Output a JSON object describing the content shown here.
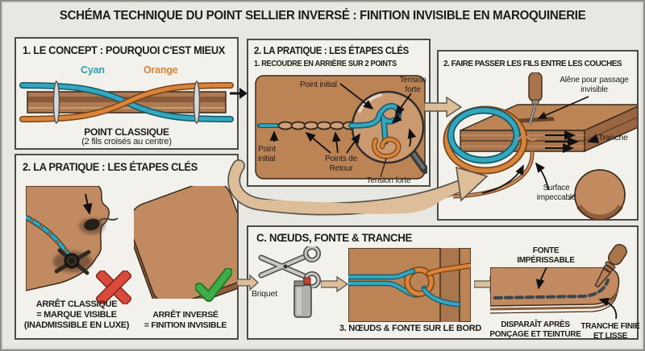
{
  "colors": {
    "cyan": "#2E9EB4",
    "orange": "#D9843C",
    "leather": "#BC8455",
    "leather_light": "#C28A61",
    "leather_dark": "#8F5E3D",
    "panel_bg": "#F2F1EC",
    "background": "#E9E7E2",
    "arrow_tan": "#DDBE98",
    "error_red": "#D9493C",
    "success_green": "#3FAE49"
  },
  "title": "SCHÉMA TECHNIQUE DU POINT SELLIER INVERSÉ : FINITION INVISIBLE EN MAROQUINERIE",
  "concept": {
    "header": "1. LE CONCEPT : POURQUOI C'EST MIEUX",
    "cyan_label": "Cyan",
    "orange_label": "Orange",
    "caption": "POINT CLASSIQUE",
    "caption_sub": "(2 fils croisés au centre)"
  },
  "steps": {
    "header": "2. LA PRATIQUE : LES ÉTAPES CLÉS",
    "subheader": "1. RECOUDRE EN ARRIÈRE SUR 2 POINTS",
    "point_initial_top": "Point initial",
    "tension_top": "Tension forte",
    "point_initial_bottom": "Point initial",
    "points_retour": "Points de Retour",
    "tension_bottom": "Tension forte"
  },
  "pass": {
    "header": "2. FAIRE PASSER LES FILS ENTRE LES COUCHES",
    "awl_label": "Alêne pour passage invisible",
    "edge_label": "Tranche",
    "surface_label": "Surface impeccable"
  },
  "stops": {
    "header": "2. LA PRATIQUE : LES ÉTAPES CLÉS",
    "bad_line1": "ARRÊT CLASSIQUE",
    "bad_line2": "= MARQUE VISIBLE",
    "bad_line3": "(INADMISSIBLE EN LUXE)",
    "good_line1": "ARRÊT INVERSÉ",
    "good_line2": "= FINITION INVISIBLE"
  },
  "finish": {
    "header": "C. NŒUDS, FONTE & TRANCHE",
    "lighter_label": "Briquet",
    "knot_caption": "3. NŒUDS & FONTE SUR LE BORD",
    "fonte_label": "FONTE IMPÉRISSABLE",
    "disappear_label": "DISPARAÎT APRÈS PONÇAGE ET TEINTURE",
    "edge_label": "TRANCHE FINIE ET LISSE"
  }
}
